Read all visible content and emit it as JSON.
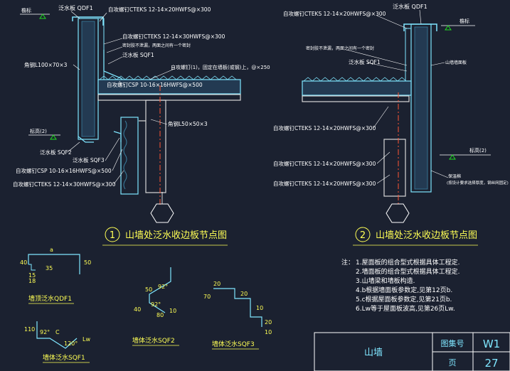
{
  "colors": {
    "background": "#1b2130",
    "detail_lines": "#7fe6ff",
    "insulation": "#3a7fa0",
    "structure": "#d8d8d8",
    "annotation_text": "#ffffff",
    "leader": "#ffff55",
    "symbol_green": "#22dd22",
    "axis_red": "#ff5533",
    "title_yellow": "#ffff55",
    "dimension": "#ffff55",
    "table_lines": "#ffffff",
    "magenta": "#ff44ff"
  },
  "detail1": {
    "number": "1",
    "title": "山墙处泛水收边板节点图",
    "labels": {
      "eave": "檐标",
      "qdf1": "泛水板 QDF1",
      "cteks_top": "自攻螺钉CTEKS 12-14×20HWFS@×300",
      "cteks_mid": "自攻螺钉CTEKS 12-14×30HWFS@×300",
      "seal": "密封胶不泄漏，两面之间有一个密封",
      "sqf1": "泛水板 SQF1",
      "steel_l100": "角钢L100×70×3",
      "csp_top": "自攻螺钉CSP 10-16×16HWFS@×500",
      "roof_note": "自攻螺钉(1)，固定在墙板(或钢)上，@×250",
      "steel_l50": "角钢L50×50×3",
      "level2": "标高(2)",
      "sqf2": "泛水板 SQF2",
      "sqf3": "泛水板 SQF3",
      "csp_bottom": "自攻螺钉CSP 10-16×16HWFS@×500",
      "cteks_bottom": "自攻螺钉CTEKS 12-14×30HWFS@×300"
    }
  },
  "detail2": {
    "number": "2",
    "title": "山墙处泛水收边板节点图",
    "labels": {
      "cteks_top": "自攻螺钉CTEKS 12-14×20HWFS@×300",
      "qdf1": "泛水板 QDF1",
      "eave": "檐标",
      "seal": "密封胶不泄漏，两面之间有一个密封",
      "sqf1": "泛水板 SQF1",
      "wall_note": "山墙墙面板",
      "cteks_mid": "自攻螺钉CTEKS 12-14×20HWFS@×300",
      "cteks_low1": "自攻螺钉CTEKS 12-14×20HWFS@×300",
      "cteks_low2": "自攻螺钉CTEKS 12-14×20HWFS@×300",
      "level2": "标高(2)",
      "insulation_note": "保温棉",
      "insulation_note2": "(按设计要求选择厚度，钢丝网固定)"
    }
  },
  "profiles": {
    "qdf1": {
      "title": "墙顶泛水QDF1",
      "dims": [
        "40",
        "a",
        "50",
        "15",
        "18",
        "35"
      ]
    },
    "sqf1": {
      "title": "墙体泛水SQF1",
      "dims": [
        "110",
        "92°",
        "C",
        "120°",
        "Lw"
      ]
    },
    "sqf2": {
      "title": "墙体泛水SQF2",
      "dims": [
        "50",
        "92°",
        "92°",
        "40",
        "80",
        "10"
      ]
    },
    "sqf3": {
      "title": "墙体泛水SQF3",
      "dims": [
        "20",
        "70",
        "20",
        "10",
        "20",
        "10"
      ]
    }
  },
  "notes": {
    "prefix": "注：",
    "items": [
      "1.屋面板的组合型式根据具体工程定.",
      "2.墙面板的组合型式根据具体工程定.",
      "3.山墙梁和墙板构造.",
      "4.b根据墙面板参数定,见第12页b.",
      "5.c根据屋面板参数定,见第21页b.",
      "6.Lw等于屋面板波高,见第26页Lw."
    ]
  },
  "title_block": {
    "name": "山墙",
    "atlas_label": "图集号",
    "atlas_value": "W1",
    "page_label": "页",
    "page_value": "27"
  }
}
